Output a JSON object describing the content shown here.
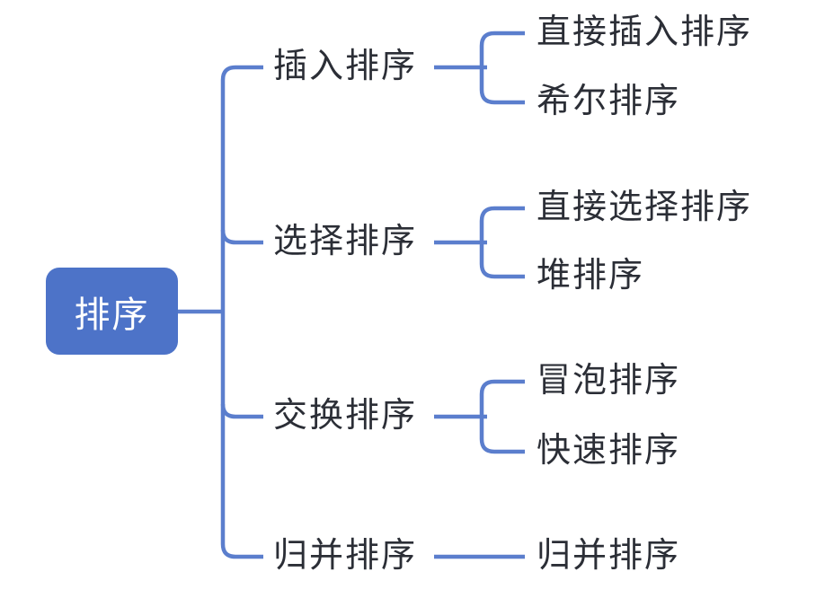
{
  "diagram": {
    "type": "mindmap",
    "title": "sorting-algorithms-mindmap",
    "root": {
      "label": "排序"
    },
    "branches": [
      {
        "label": "插入排序",
        "children": [
          "直接插入排序",
          "希尔排序"
        ]
      },
      {
        "label": "选择排序",
        "children": [
          "直接选择排序",
          "堆排序"
        ]
      },
      {
        "label": "交换排序",
        "children": [
          "冒泡排序",
          "快速排序"
        ]
      },
      {
        "label": "归并排序",
        "children": [
          "归并排序"
        ]
      }
    ],
    "colors": {
      "line": "#5b7ecd",
      "root_fill": "#4d73c8",
      "root_text": "#ffffff",
      "node_text": "#2b2e36",
      "background": "#ffffff"
    }
  }
}
